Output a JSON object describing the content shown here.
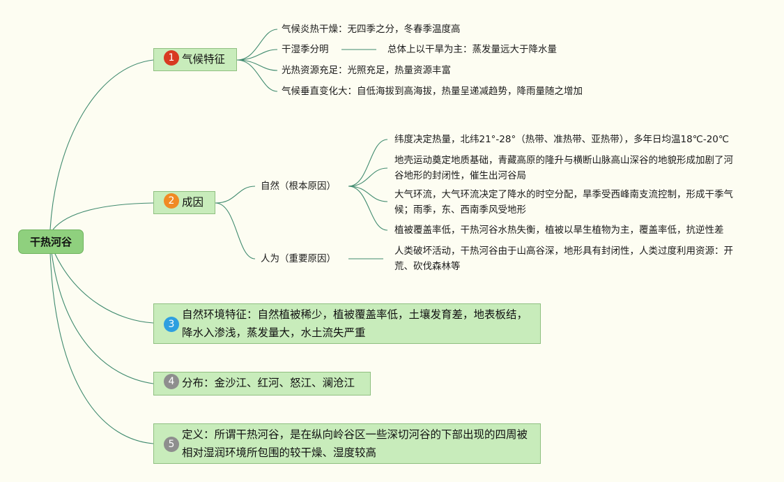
{
  "root": {
    "label": "干热河谷"
  },
  "branches": [
    {
      "num": "1",
      "label": "气候特征",
      "items": [
        "气候炎热干燥：无四季之分，冬春季温度高",
        "干湿季分明",
        "光热资源充足：光照充足，热量资源丰富",
        "气候垂直变化大：自低海拔到高海拔，热量呈递减趋势，降雨量随之增加"
      ],
      "sub_item": "总体上以干旱为主：蒸发量远大于降水量"
    },
    {
      "num": "2",
      "label": "成因",
      "natural": {
        "label": "自然（根本原因）",
        "items": [
          "纬度决定热量，北纬21°-28°（热带、准热带、亚热带），多年日均温18℃-20℃",
          "地壳运动奠定地质基础，青藏高原的隆升与横断山脉高山深谷的地貌形成加剧了河谷地形的封闭性，催生出河谷局",
          "大气环流，大气环流决定了降水的时空分配，旱季受西峰南支流控制，形成干季气候；雨季，东、西南季风受地形",
          "植被覆盖率低，干热河谷水热失衡，植被以旱生植物为主，覆盖率低，抗逆性差"
        ]
      },
      "human": {
        "label": "人为（重要原因）",
        "item": "人类破坏活动，干热河谷由于山高谷深，地形具有封闭性，人类过度利用资源：开荒、砍伐森林等"
      }
    },
    {
      "num": "3",
      "label": "自然环境特征：自然植被稀少，植被覆盖率低，土壤发育差，地表板结，降水入渗浅，蒸发量大，水土流失严重"
    },
    {
      "num": "4",
      "label": "分布：金沙江、红河、怒江、澜沧江"
    },
    {
      "num": "5",
      "label": "定义：所谓干热河谷，是在纵向岭谷区一些深切河谷的下部出现的四周被相对湿润环境所包围的较干燥、湿度较高"
    }
  ]
}
